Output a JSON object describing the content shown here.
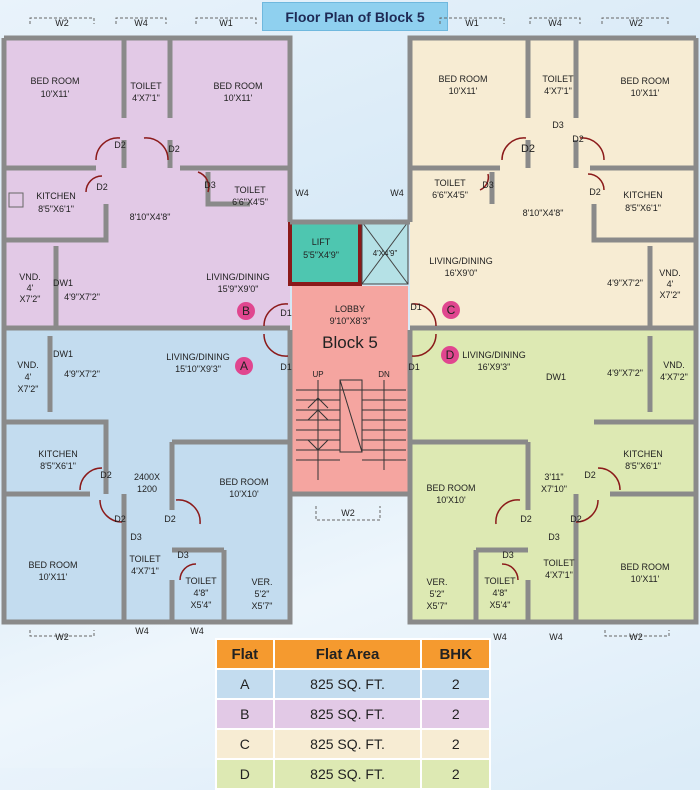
{
  "title": "Floor Plan of Block 5",
  "windows": {
    "top": [
      "W2",
      "W4",
      "W1",
      "W1",
      "W4",
      "W2"
    ],
    "side": [
      "W4",
      "W4"
    ],
    "bottom": [
      "W2",
      "W4",
      "W4",
      "W2",
      "W4",
      "W4",
      "W2"
    ]
  },
  "core": {
    "lift": "LIFT",
    "lift_size": "5'5\"X4'9\"",
    "shaft_size": "4'X4'9\"",
    "lobby": "LOBBY",
    "lobby_size": "9'10\"X8'3\"",
    "block": "Block 5",
    "up": "UP",
    "dn": "DN"
  },
  "flat_markers": [
    "A",
    "B",
    "C",
    "D"
  ],
  "doors": {
    "d1": "D1",
    "d2": "D2",
    "d3": "D3",
    "dw1": "DW1"
  },
  "flat_B": {
    "bed1": "BED ROOM",
    "bed1_size": "10'X11'",
    "toilet1": "TOILET",
    "toilet1_size": "4'X7'1\"",
    "bed2": "BED ROOM",
    "bed2_size": "10'X11'",
    "kitchen": "KITCHEN",
    "kitchen_size": "8'5\"X6'1\"",
    "passage_size": "8'10\"X4'8\"",
    "toilet2": "TOILET",
    "toilet2_size": "6'6\"X4'5\"",
    "vnd": "VND.",
    "vnd_size": [
      "4'",
      "X7'2\""
    ],
    "dw_size": "4'9\"X7'2\"",
    "living": "LIVING/DINING",
    "living_size": "15'9\"X9'0\""
  },
  "flat_C": {
    "bed1": "BED ROOM",
    "bed1_size": "10'X11'",
    "toilet1": "TOILET",
    "toilet1_size": "4'X7'1\"",
    "bed2": "BED ROOM",
    "bed2_size": "10'X11'",
    "toilet2": "TOILET",
    "toilet2_size": "6'6\"X4'5\"",
    "kitchen": "KITCHEN",
    "kitchen_size": "8'5\"X6'1\"",
    "passage_size": "8'10\"X4'8\"",
    "living": "LIVING/DINING",
    "living_size": "16'X9'0\"",
    "dw_size": "4'9\"X7'2\"",
    "vnd": "VND.",
    "vnd_size": [
      "4'",
      "X7'2\""
    ]
  },
  "flat_A": {
    "vnd": "VND.",
    "vnd_size": [
      "4'",
      "X7'2\""
    ],
    "dw_size": "4'9\"X7'2\"",
    "living": "LIVING/DINING",
    "living_size": "15'10\"X9'3\"",
    "kitchen": "KITCHEN",
    "kitchen_size": "8'5\"X6'1\"",
    "passage_size": [
      "2400X",
      "1200"
    ],
    "bed1": "BED ROOM",
    "bed1_size": "10'X10'",
    "bed2": "BED ROOM",
    "bed2_size": "10'X11'",
    "toilet1": "TOILET",
    "toilet1_size": "4'X7'1\"",
    "toilet2": "TOILET",
    "toilet2_size": [
      "4'8\"",
      "X5'4\""
    ],
    "ver": "VER.",
    "ver_size": [
      "5'2\"",
      "X5'7\""
    ]
  },
  "flat_D": {
    "living": "LIVING/DINING",
    "living_size": "16'X9'3\"",
    "dw_size": "4'9\"X7'2\"",
    "vnd": "VND.",
    "vnd_size": "4'X7'2\"",
    "kitchen": "KITCHEN",
    "kitchen_size": "8'5\"X6'1\"",
    "passage_size": [
      "3'11\"",
      "X7'10\""
    ],
    "bed1": "BED ROOM",
    "bed1_size": "10'X10'",
    "toilet1": "TOILET",
    "toilet1_size": "4'X7'1\"",
    "bed2": "BED ROOM",
    "bed2_size": "10'X11'",
    "ver": "VER.",
    "ver_size": [
      "5'2\"",
      "X5'7\""
    ],
    "toilet2": "TOILET",
    "toilet2_size": [
      "4'8\"",
      "X5'4\""
    ]
  },
  "table": {
    "headers": [
      "Flat",
      "Flat Area",
      "BHK"
    ],
    "rows": [
      {
        "flat": "A",
        "area": "825 SQ. FT.",
        "bhk": "2"
      },
      {
        "flat": "B",
        "area": "825 SQ. FT.",
        "bhk": "2"
      },
      {
        "flat": "C",
        "area": "825 SQ. FT.",
        "bhk": "2"
      },
      {
        "flat": "D",
        "area": "825 SQ. FT.",
        "bhk": "2"
      }
    ]
  },
  "colors": {
    "flat_A": "#c3dcef",
    "flat_B": "#e2c9e6",
    "flat_C": "#f7ecd3",
    "flat_D": "#dde9b3",
    "lobby": "#f5a5a0",
    "lift": "#4ec6b0",
    "marker": "#e0468f",
    "wall": "#8a8a8a",
    "header": "#f59a2f"
  }
}
